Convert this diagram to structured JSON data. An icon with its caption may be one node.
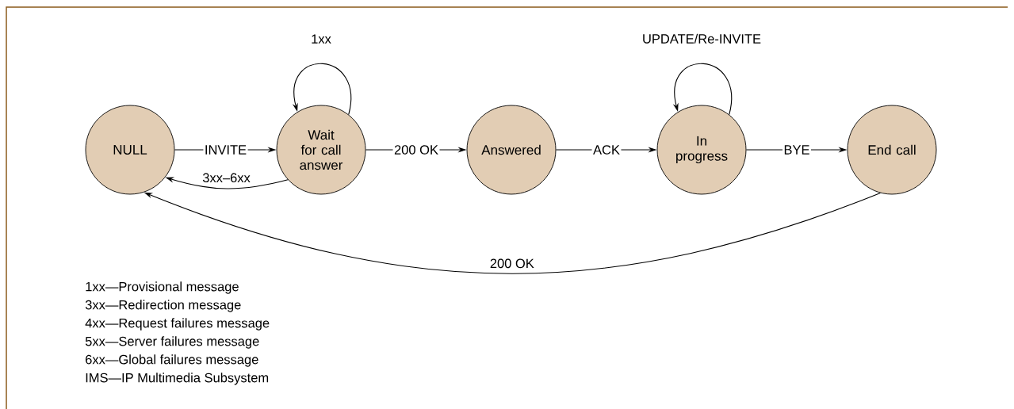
{
  "diagram": {
    "nodes": [
      {
        "text": [
          "NULL"
        ]
      },
      {
        "text": [
          "Wait for call answer"
        ]
      },
      {
        "text": [
          "Answered"
        ]
      },
      {
        "text": [
          "In progress"
        ]
      },
      {
        "text": [
          "End call"
        ]
      }
    ],
    "edges": [
      {
        "from": 0,
        "to": 1,
        "arrow": "to",
        "label": "INVITE"
      },
      {
        "from": 1,
        "to": 1,
        "arrow": "to",
        "label": "1xx"
      },
      {
        "from": 1,
        "to": 0,
        "arrow": "to",
        "label": "3xx–6xx"
      },
      {
        "from": 1,
        "to": 2,
        "arrow": "to",
        "label": "200 OK"
      },
      {
        "from": 2,
        "to": 3,
        "arrow": "to",
        "label": "ACK"
      },
      {
        "from": 3,
        "to": 3,
        "arrow": "to",
        "label": "UPDATE/Re-INVITE"
      },
      {
        "from": 3,
        "to": 4,
        "arrow": "to",
        "label": "BYE"
      },
      {
        "from": 4,
        "to": 0,
        "arrow": "to",
        "label": "200 OK"
      }
    ],
    "labels": [
      "1xx—Provisional message",
      "3xx—Redirection message",
      "4xx—Request failures message",
      "5xx—Server failures message",
      "6xx—Global failures message",
      "IMS—IP Multimedia Subsystem"
    ]
  }
}
